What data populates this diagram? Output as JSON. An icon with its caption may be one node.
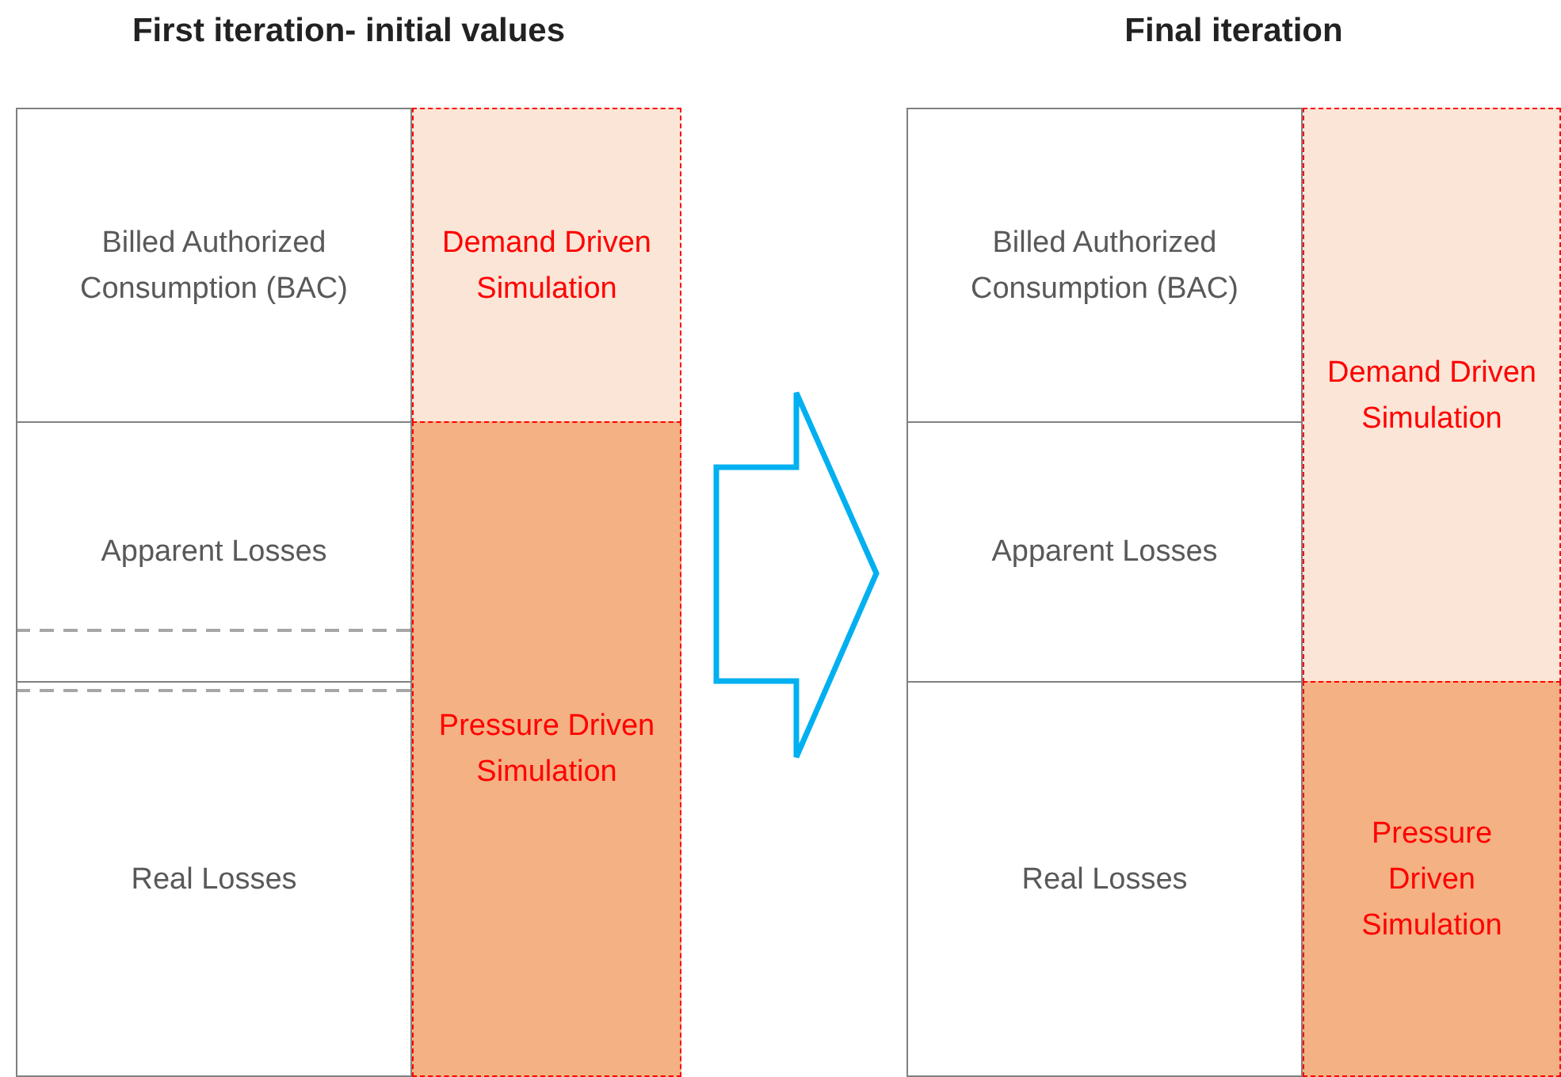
{
  "diagram": {
    "nodes": [
      {
        "text": [
          "First iteration- initial values"
        ]
      },
      {
        "text": [
          "Billed Authorized Consumption (BAC)"
        ],
        "in": 0
      },
      {
        "text": [
          "Demand Driven Simulation"
        ],
        "in": 0
      },
      {
        "text": [
          "Apparent Losses"
        ],
        "in": 0
      },
      {
        "text": [
          "Pressure Driven Simulation"
        ],
        "in": 0
      },
      {
        "text": [
          "Real Losses"
        ],
        "in": 0
      },
      {
        "text": [
          "Final iteration"
        ]
      },
      {
        "text": [
          "Billed Authorized Consumption (BAC)"
        ],
        "in": 6
      },
      {
        "text": [
          "Demand Driven Simulation"
        ],
        "in": 6
      },
      {
        "text": [
          "Apparent Losses"
        ],
        "in": 6
      },
      {
        "text": [
          "Pressure Driven Simulation"
        ],
        "in": 6
      },
      {
        "text": [
          "Real Losses"
        ],
        "in": 6
      }
    ],
    "edges": [
      {
        "from": 0,
        "to": 6,
        "arrow": "to",
        "color": "#00b0f0"
      }
    ]
  }
}
